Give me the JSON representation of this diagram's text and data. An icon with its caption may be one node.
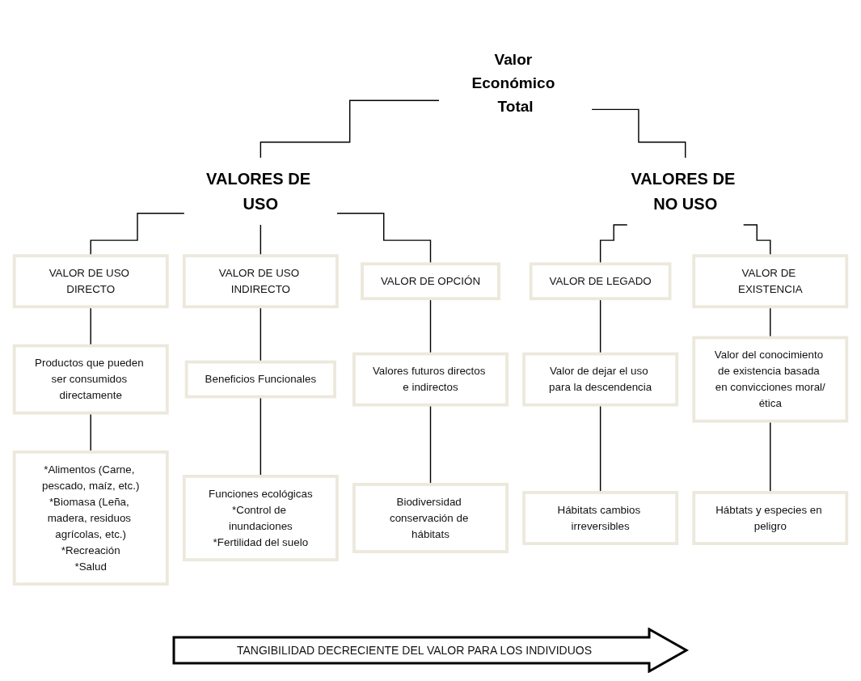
{
  "diagram": {
    "nodes": [
      {
        "text": [
          "Valor Económico Total"
        ]
      },
      {
        "text": [
          "VALORES DE USO"
        ]
      },
      {
        "text": [
          "VALORES DE NO USO"
        ]
      },
      {
        "text": [
          "VALOR DE USO DIRECTO"
        ]
      },
      {
        "text": [
          "VALOR DE USO INDIRECTO"
        ]
      },
      {
        "text": [
          "VALOR DE OPCIÓN"
        ]
      },
      {
        "text": [
          "VALOR DE LEGADO"
        ]
      },
      {
        "text": [
          "VALOR DE EXISTENCIA"
        ]
      },
      {
        "text": [
          "Productos que pueden ser consumidos directamente"
        ]
      },
      {
        "text": [
          "Beneficios Funcionales"
        ]
      },
      {
        "text": [
          "Valores futuros directos e indirectos"
        ]
      },
      {
        "text": [
          "Valor de dejar el uso para la descendencia"
        ]
      },
      {
        "text": [
          "Valor del conocimiento de existencia basada en convicciones moral/ética"
        ]
      },
      {
        "text": [
          "*Alimentos (Carne, pescado, maíz, etc.)",
          "*Biomasa (Leña, madera, residuos agrícolas, etc.)",
          "*Recreación",
          "*Salud"
        ]
      },
      {
        "text": [
          "Funciones ecológicas",
          "*Control de inundaciones",
          "*Fertilidad del suelo"
        ]
      },
      {
        "text": [
          "Biodiversidad conservación de hábitats"
        ]
      },
      {
        "text": [
          "Hábitats cambios irreversibles"
        ]
      },
      {
        "text": [
          "Hábtats y especies en peligro"
        ]
      }
    ],
    "edges": [
      {
        "from": 0,
        "to": 1,
        "arrow": "none"
      },
      {
        "from": 0,
        "to": 2,
        "arrow": "none"
      },
      {
        "from": 1,
        "to": 3,
        "arrow": "none"
      },
      {
        "from": 1,
        "to": 4,
        "arrow": "none"
      },
      {
        "from": 1,
        "to": 5,
        "arrow": "none"
      },
      {
        "from": 2,
        "to": 6,
        "arrow": "none"
      },
      {
        "from": 2,
        "to": 7,
        "arrow": "none"
      },
      {
        "from": 3,
        "to": 8,
        "arrow": "none"
      },
      {
        "from": 4,
        "to": 9,
        "arrow": "none"
      },
      {
        "from": 5,
        "to": 10,
        "arrow": "none"
      },
      {
        "from": 6,
        "to": 11,
        "arrow": "none"
      },
      {
        "from": 7,
        "to": 12,
        "arrow": "none"
      },
      {
        "from": 8,
        "to": 13,
        "arrow": "none"
      },
      {
        "from": 9,
        "to": 14,
        "arrow": "none"
      },
      {
        "from": 10,
        "to": 15,
        "arrow": "none"
      },
      {
        "from": 11,
        "to": 16,
        "arrow": "none"
      },
      {
        "from": 12,
        "to": 17,
        "arrow": "none"
      }
    ],
    "labels": [
      "TANGIBILIDAD DECRECIENTE DEL VALOR PARA LOS INDIVIDUOS"
    ]
  }
}
